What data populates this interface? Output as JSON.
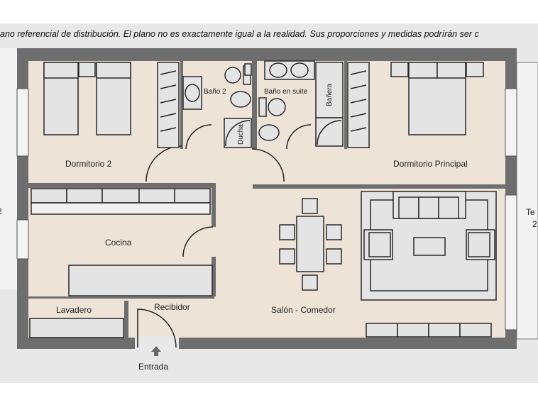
{
  "disclaimer": "ano referencial de distribución. El plano no es exactamente igual a la realidad. Sus proporciones y medidas podrírán ser c",
  "rooms": {
    "dormitorio2": "Dormitorio 2",
    "bano2": "Baño 2",
    "bano_suite": "Baño en suite",
    "banera": "Bañera",
    "ducha": "Ducha",
    "dormitorio_principal": "Dormitorio Principal",
    "cocina": "Cocina",
    "lavadero": "Lavadero",
    "recibidor": "Recibidor",
    "salon_comedor": "Salón - Comedor",
    "entrada": "Entrada"
  },
  "edges": {
    "left_fragment": "2",
    "right_fragment_1": "Te",
    "right_fragment_2": "2"
  },
  "colors": {
    "wall": "#6e6e6e",
    "floor": "#ede3d6",
    "furniture": "#e4e4e4",
    "band": "#e8e8e8"
  }
}
